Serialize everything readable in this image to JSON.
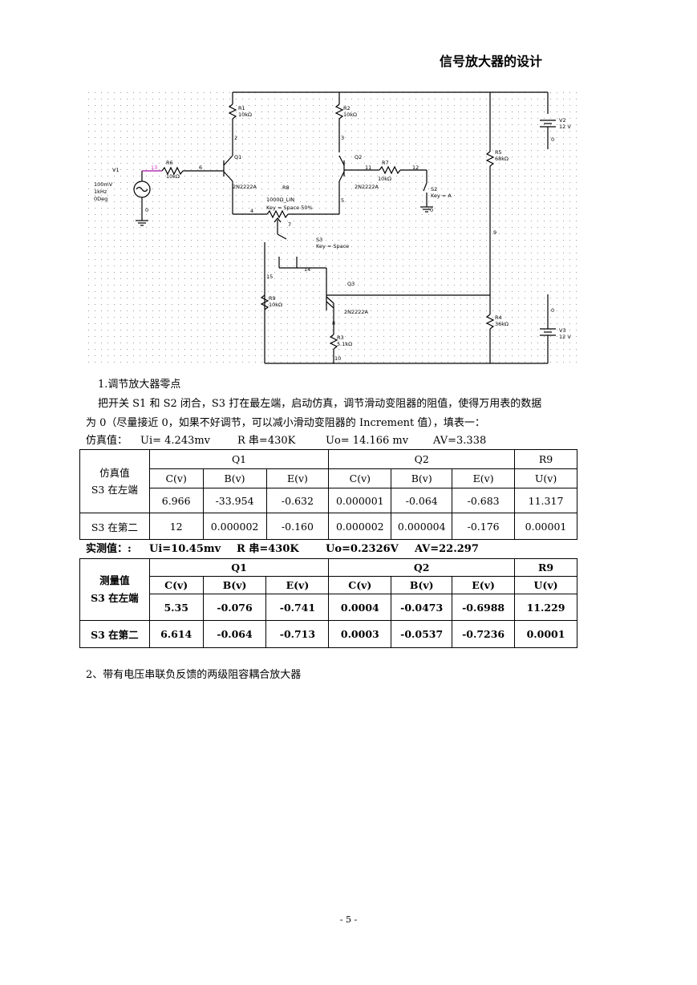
{
  "header": {
    "title": "信号放大器的设计"
  },
  "circuit": {
    "labels": {
      "R1": "R1",
      "R1v": "10kΩ",
      "R2": "R2",
      "R2v": "10kΩ",
      "R5": "R5",
      "R5v": "68kΩ",
      "R6": "R6",
      "R6v": "10kΩ",
      "R7": "R7",
      "R7v": "10kΩ",
      "R8": "R8",
      "R8v": "1000Ω_LIN",
      "R8k": "Key = Space 50%",
      "R9": "R9",
      "R9v": "10kΩ",
      "R3": "R3",
      "R3v": "5.1kΩ",
      "R4": "R4",
      "R4v": "36kΩ",
      "Q1": "Q1",
      "Q1t": "2N2222A",
      "Q2": "Q2",
      "Q2t": "2N2222A",
      "Q3": "Q3",
      "Q3t": "2N2222A",
      "V1": "V1",
      "V1a": "100mV",
      "V1b": "1kHz",
      "V1c": "0Deg",
      "V2": "V2",
      "V2v": "12 V",
      "V3": "V3",
      "V3v": "12 V",
      "S2": "S2",
      "S2k": "Key = A",
      "S3": "S3",
      "S3k": "Key = Space",
      "n2": "2",
      "n3": "3",
      "n4": "4",
      "n5": "5",
      "n6": "6",
      "n7": "7",
      "n8": "8",
      "n9": "9",
      "n10": "10",
      "n11": "11",
      "n12": "12",
      "n13": "13",
      "n14": "14",
      "n15": "15",
      "g1": "0",
      "g2": "0",
      "g3": "0",
      "g4": "0"
    }
  },
  "section1": {
    "title": "1.调节放大器零点",
    "para_line1": "把开关 S1 和 S2 闭合，S3 打在最左端，启动仿真，调节滑动变阻器的阻值，使得万用表的数据",
    "para_line2": "为 0（尽量接近 0，如果不好调节，可以减小滑动变阻器的 Increment 值），填表一：",
    "sim_label": "仿真值：",
    "sim_ui": "Ui= 4.243mv",
    "sim_r": "R 串=430K",
    "sim_uo": "Uo= 14.166 mv",
    "sim_av": "AV=3.338"
  },
  "table1": {
    "head_q1": "Q1",
    "head_q2": "Q2",
    "head_r9": "R9",
    "row_label_a": "仿真值",
    "row_label_b": "S3 在左端",
    "cols": [
      "C(v)",
      "B(v)",
      "E(v)",
      "C(v)",
      "B(v)",
      "E(v)",
      "U(v)"
    ],
    "row1": [
      "6.966",
      "-33.954",
      "-0.632",
      "0.000001",
      "-0.064",
      "-0.683",
      "11.317"
    ],
    "row2_label": "S3 在第二",
    "row2": [
      "12",
      "0.000002",
      "-0.160",
      "0.000002",
      "0.000004",
      "-0.176",
      "0.00001"
    ]
  },
  "measured": {
    "label": "实测值：:",
    "ui": "Ui=10.45mv",
    "r": "R 串=430K",
    "uo": "Uo=0.2326V",
    "av": "AV=22.297"
  },
  "table2": {
    "head_q1": "Q1",
    "head_q2": "Q2",
    "head_r9": "R9",
    "row_label_a": "测量值",
    "row_label_b": "S3 在左端",
    "cols": [
      "C(v)",
      "B(v)",
      "E(v)",
      "C(v)",
      "B(v)",
      "E(v)",
      "U(v)"
    ],
    "row1": [
      "5.35",
      "-0.076",
      "-0.741",
      "0.0004",
      "-0.0473",
      "-0.6988",
      "11.229"
    ],
    "row2_label": "S3 在第二",
    "row2": [
      "6.614",
      "-0.064",
      "-0.713",
      "0.0003",
      "-0.0537",
      "-0.7236",
      "0.0001"
    ]
  },
  "section2": {
    "title": "2、带有电压串联负反馈的两级阻容耦合放大器"
  },
  "footer": {
    "page": "- 5 -"
  }
}
